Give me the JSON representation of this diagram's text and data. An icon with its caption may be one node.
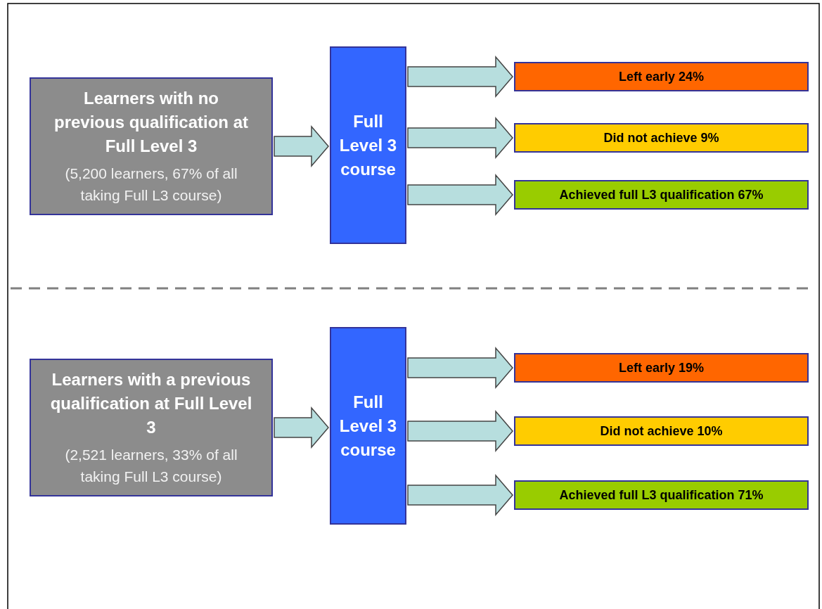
{
  "diagram": {
    "nodes": [
      {
        "text": [
          "Learners with no previous qualification at Full Level 3",
          "(5,200 learners, 67% of all taking Full L3 course)"
        ]
      },
      {
        "text": [
          "Full Level 3 course"
        ]
      },
      {
        "text": [
          "Left early 24%"
        ]
      },
      {
        "text": [
          "Did not achieve 9%"
        ]
      },
      {
        "text": [
          "Achieved full L3 qualification 67%"
        ]
      },
      {
        "text": [
          "Learners with a previous qualification at Full Level 3",
          "(2,521 learners, 33% of all taking Full L3 course)"
        ]
      },
      {
        "text": [
          "Full Level 3 course"
        ]
      },
      {
        "text": [
          "Left early 19%"
        ]
      },
      {
        "text": [
          "Did not achieve 10%"
        ]
      },
      {
        "text": [
          "Achieved full L3 qualification 71%"
        ]
      }
    ],
    "edges": [
      {
        "from": 0,
        "to": 1,
        "arrow": "to"
      },
      {
        "from": 1,
        "to": 2,
        "arrow": "to"
      },
      {
        "from": 1,
        "to": 3,
        "arrow": "to"
      },
      {
        "from": 1,
        "to": 4,
        "arrow": "to"
      },
      {
        "from": 5,
        "to": 6,
        "arrow": "to"
      },
      {
        "from": 6,
        "to": 7,
        "arrow": "to"
      },
      {
        "from": 6,
        "to": 8,
        "arrow": "to"
      },
      {
        "from": 6,
        "to": 9,
        "arrow": "to"
      }
    ]
  }
}
